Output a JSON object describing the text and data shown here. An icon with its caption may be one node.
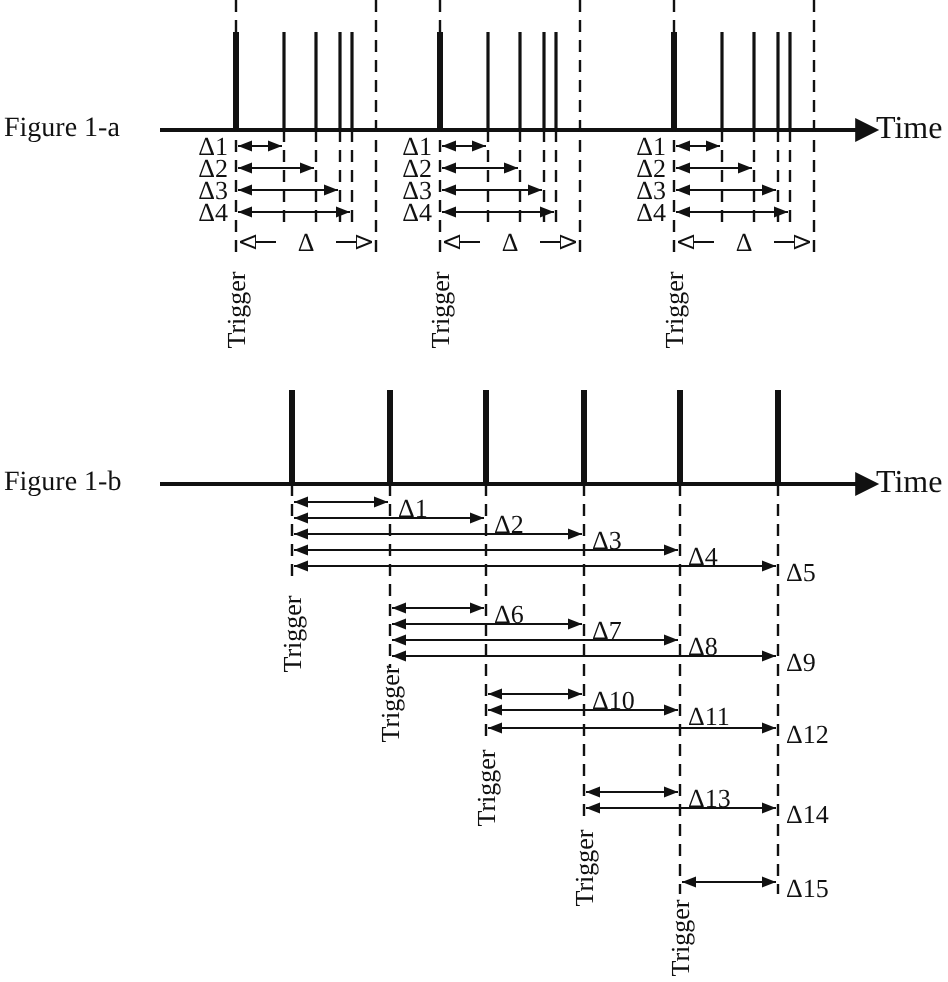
{
  "diagram": {
    "labels": [
      "Figure 1-a",
      "Time",
      "Δ1",
      "Δ2",
      "Δ3",
      "Δ4",
      "Δ",
      "Trigger",
      "Δ1",
      "Δ2",
      "Δ3",
      "Δ4",
      "Δ",
      "Trigger",
      "Δ1",
      "Δ2",
      "Δ3",
      "Δ4",
      "Δ",
      "Trigger",
      "Figure 1-b",
      "Time",
      "Δ1",
      "Δ2",
      "Δ3",
      "Δ4",
      "Δ5",
      "Δ6",
      "Δ7",
      "Δ8",
      "Δ9",
      "Δ10",
      "Δ11",
      "Δ12",
      "Δ13",
      "Δ14",
      "Δ15",
      "Trigger",
      "Trigger",
      "Trigger",
      "Trigger",
      "Trigger"
    ]
  }
}
